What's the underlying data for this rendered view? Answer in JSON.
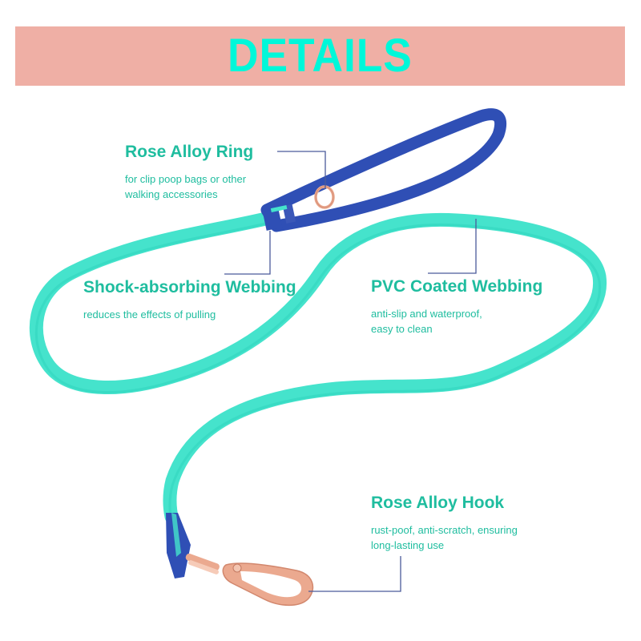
{
  "banner": {
    "title": "DETAILS",
    "background_color": "#efafa5",
    "text_color": "#00f7d9"
  },
  "colors": {
    "leash_teal": "#45e3cc",
    "handle_blue": "#2f4fb5",
    "hardware_rose": "#eba98f",
    "callout_text": "#1fbd9f",
    "callout_line": "#4a5a9a"
  },
  "callouts": [
    {
      "title": "Rose Alloy Ring",
      "desc": [
        "for clip poop bags or other",
        "walking accessories"
      ]
    },
    {
      "title": "Shock-absorbing Webbing",
      "desc": [
        "reduces the effects of pulling"
      ]
    },
    {
      "title": "PVC Coated Webbing",
      "desc": [
        "anti-slip and waterproof,",
        "easy to clean"
      ]
    },
    {
      "title": "Rose Alloy Hook",
      "desc": [
        "rust-poof, anti-scratch, ensuring",
        "long-lasting use"
      ]
    }
  ]
}
